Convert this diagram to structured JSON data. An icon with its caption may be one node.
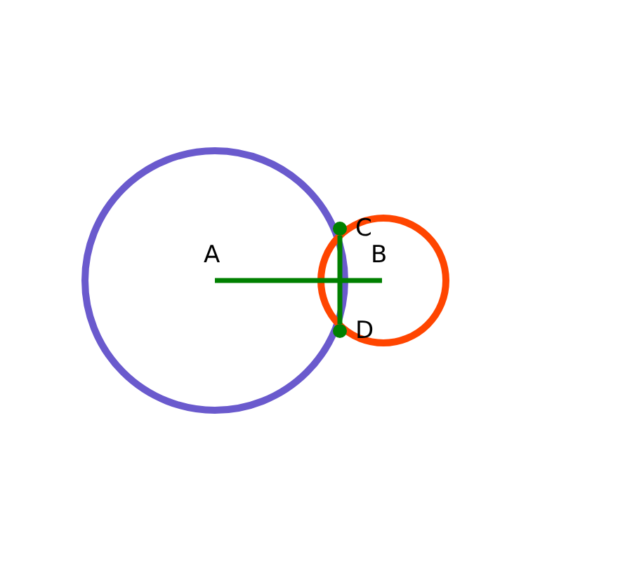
{
  "diagram": {
    "nodes": [
      {
        "text": [],
        "shape": "circle"
      },
      {
        "text": [],
        "shape": "circle"
      },
      {
        "text": [
          "A"
        ],
        "in": 0
      },
      {
        "text": [
          "B"
        ],
        "in": 1
      },
      {
        "text": [],
        "shape": "circle",
        "beside": [
          "C"
        ]
      },
      {
        "text": [],
        "shape": "circle",
        "beside": [
          "D"
        ]
      }
    ],
    "edges": [
      {
        "from": 2,
        "to": 3,
        "arrow": "none"
      },
      {
        "from": 4,
        "to": 5,
        "arrow": "none"
      }
    ]
  }
}
